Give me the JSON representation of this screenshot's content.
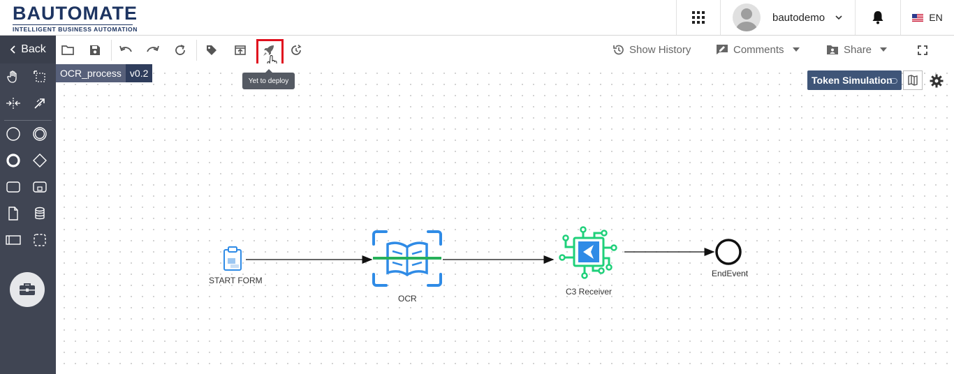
{
  "header": {
    "logo_text": "BAUTOMATE",
    "logo_tagline": "INTELLIGENT BUSINESS AUTOMATION",
    "username": "bautodemo",
    "language": "EN"
  },
  "sidebar": {
    "back_label": "Back"
  },
  "toolbar": {
    "show_history": "Show History",
    "comments": "Comments",
    "share": "Share",
    "deploy_tooltip": "Yet to deploy"
  },
  "process": {
    "name": "OCR_process",
    "version": "v0.2"
  },
  "canvas_controls": {
    "token_simulation": "Token Simulation"
  },
  "diagram": {
    "elements": [
      {
        "id": "start",
        "label": "START FORM"
      },
      {
        "id": "ocr",
        "label": "OCR"
      },
      {
        "id": "receiver",
        "label": "C3 Receiver"
      },
      {
        "id": "end",
        "label": "EndEvent"
      }
    ]
  },
  "colors": {
    "sidebar_bg": "#404553",
    "brand": "#1d3461",
    "highlight": "#e0101e",
    "ocr_blue": "#2f8be6",
    "ocr_green": "#27b05a",
    "receiver_green": "#1fd07a"
  }
}
